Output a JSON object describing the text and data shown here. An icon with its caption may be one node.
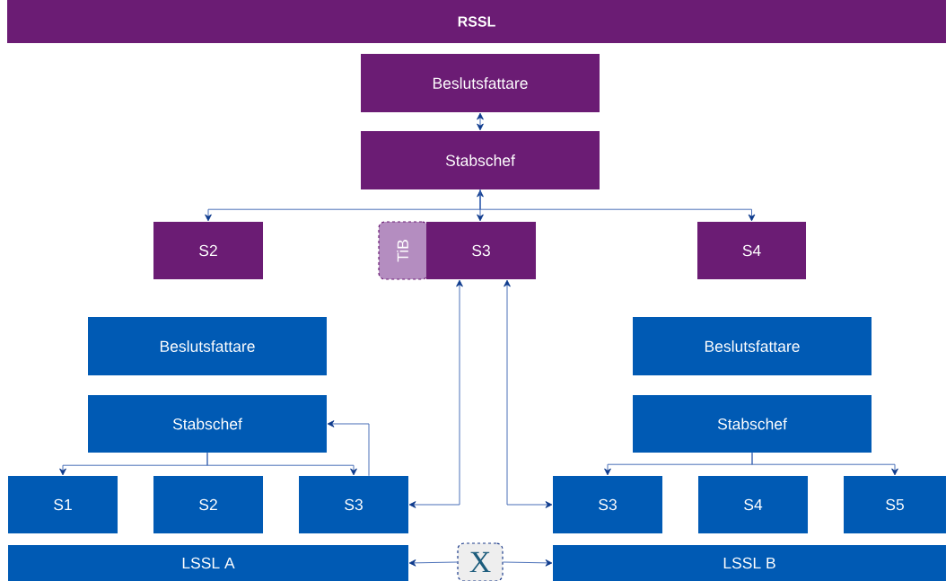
{
  "diagram": {
    "nodes": [
      {
        "text": [
          "RSSL"
        ]
      },
      {
        "text": [
          "Beslutsfattare"
        ]
      },
      {
        "text": [
          "Stabschef"
        ]
      },
      {
        "text": [
          "S2"
        ]
      },
      {
        "text": [
          "TiB"
        ]
      },
      {
        "text": [
          "S3"
        ]
      },
      {
        "text": [
          "S4"
        ]
      },
      {
        "text": [
          "Beslutsfattare"
        ]
      },
      {
        "text": [
          "Stabschef"
        ]
      },
      {
        "text": [
          "S1"
        ]
      },
      {
        "text": [
          "S2"
        ]
      },
      {
        "text": [
          "S3"
        ]
      },
      {
        "text": [
          "Beslutsfattare"
        ]
      },
      {
        "text": [
          "Stabschef"
        ]
      },
      {
        "text": [
          "S3"
        ]
      },
      {
        "text": [
          "S4"
        ]
      },
      {
        "text": [
          "S5"
        ]
      },
      {
        "text": [
          "LSSL A"
        ]
      },
      {
        "text": [
          "X"
        ]
      },
      {
        "text": [
          "LSSL B"
        ]
      }
    ],
    "edges": [
      {
        "from": 1,
        "to": 2,
        "arrow": "both"
      },
      {
        "from": 2,
        "to": 5,
        "arrow": "both"
      },
      {
        "from": 2,
        "to": 3,
        "arrow": "to"
      },
      {
        "from": 2,
        "to": 6,
        "arrow": "to"
      },
      {
        "from": 8,
        "to": 9,
        "arrow": "to"
      },
      {
        "from": 8,
        "to": 11,
        "arrow": "to"
      },
      {
        "from": 11,
        "to": 8,
        "arrow": "to"
      },
      {
        "from": 5,
        "to": 11,
        "arrow": "both"
      },
      {
        "from": 5,
        "to": 14,
        "arrow": "both"
      },
      {
        "from": 13,
        "to": 14,
        "arrow": "to"
      },
      {
        "from": 13,
        "to": 16,
        "arrow": "to"
      },
      {
        "from": 18,
        "to": 17,
        "arrow": "to"
      },
      {
        "from": 18,
        "to": 19,
        "arrow": "to"
      }
    ]
  }
}
